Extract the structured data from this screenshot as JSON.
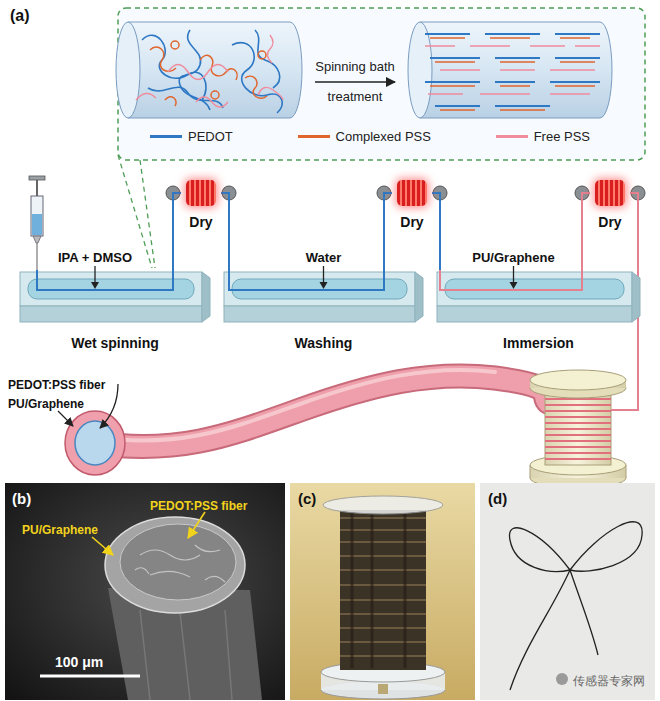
{
  "diagram": {
    "nodes": [
      {
        "text": [
          "IPA + DMSO",
          "Wet spinning"
        ]
      },
      {
        "text": [
          "Dry"
        ]
      },
      {
        "text": [
          "Water",
          "Washing"
        ]
      },
      {
        "text": [
          "Dry"
        ]
      },
      {
        "text": [
          "PU/Graphene",
          "Immersion"
        ]
      },
      {
        "text": [
          "Dry"
        ]
      }
    ],
    "edges": [
      {
        "from": 0,
        "to": 1,
        "arrow": "none"
      },
      {
        "from": 1,
        "to": 2,
        "arrow": "none"
      },
      {
        "from": 2,
        "to": 3,
        "arrow": "none"
      },
      {
        "from": 3,
        "to": 4,
        "arrow": "none"
      },
      {
        "from": 4,
        "to": 5,
        "arrow": "none"
      }
    ],
    "labels": [
      "(a)",
      "Spinning bath treatment",
      "PEDOT:PSS fiber",
      "PU/Graphene",
      "(b)",
      "PEDOT:PSS fiber",
      "PU/Graphene",
      "100 μm",
      "(c)",
      "(d)",
      "传感器专家网"
    ],
    "legend": [
      {
        "text": "PEDOT",
        "color": "#2f78c4"
      },
      {
        "text": "Complexed PSS",
        "color": "#e0662e"
      },
      {
        "text": "Free PSS",
        "color": "#f08c9c"
      }
    ]
  }
}
